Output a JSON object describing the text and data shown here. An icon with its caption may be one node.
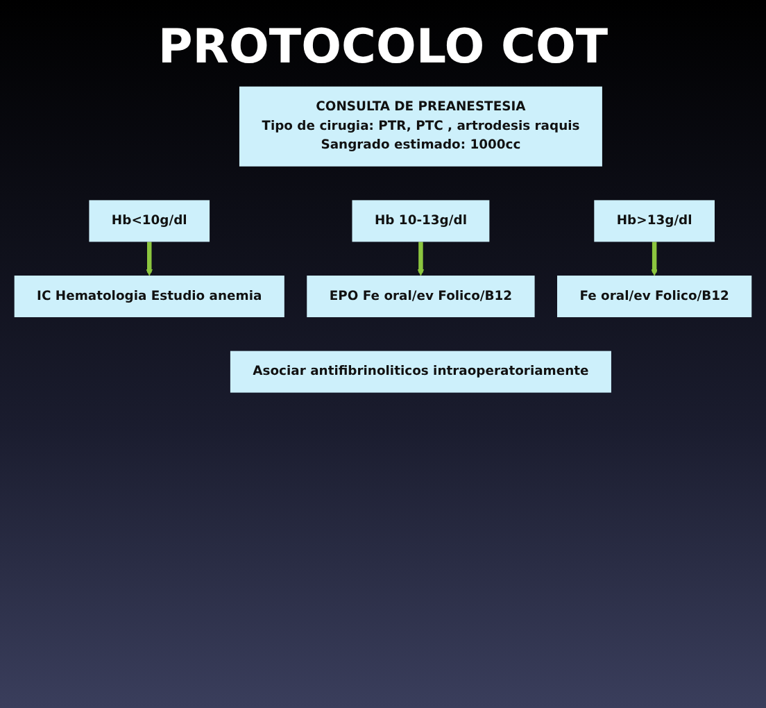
{
  "diagram": {
    "title": "PROTOCOLO COT",
    "nodes": [
      {
        "text": [
          "CONSULTA DE PREANESTESIA",
          "Tipo de cirugia: PTR, PTC , artrodesis raquis",
          "Sangrado estimado: 1000cc"
        ]
      },
      {
        "text": [
          "Hb<10g/dl"
        ]
      },
      {
        "text": [
          "Hb 10-13g/dl"
        ]
      },
      {
        "text": [
          "Hb>13g/dl"
        ]
      },
      {
        "text": [
          "IC Hematologia Estudio anemia"
        ]
      },
      {
        "text": [
          "EPO Fe oral/ev Folico/B12"
        ]
      },
      {
        "text": [
          "Fe oral/ev Folico/B12"
        ]
      },
      {
        "text": [
          "Asociar antifibrinoliticos intraoperatoriamente"
        ]
      }
    ],
    "edges": [
      {
        "from": 1,
        "to": 4,
        "arrow": "to"
      },
      {
        "from": 2,
        "to": 5,
        "arrow": "to"
      },
      {
        "from": 3,
        "to": 6,
        "arrow": "to"
      }
    ]
  }
}
